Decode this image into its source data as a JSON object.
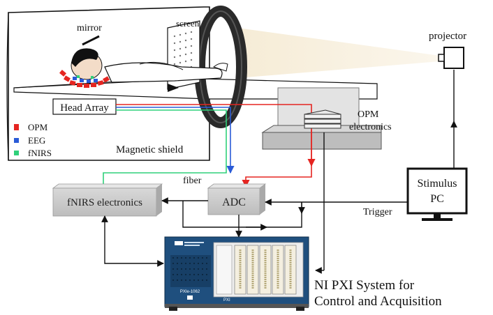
{
  "labels": {
    "mirror": "mirror",
    "screen": "screen",
    "projector": "projector",
    "head_array": "Head Array",
    "magnetic_shield": "Magnetic shield",
    "opm_electronics_l1": "OPM",
    "opm_electronics_l2": "electronics",
    "fiber": "fiber",
    "fnirs_electronics": "fNIRS electronics",
    "adc": "ADC",
    "stimulus_l1": "Stimulus",
    "stimulus_l2": "PC",
    "trigger": "Trigger",
    "pxi_l1": "NI PXI System for",
    "pxi_l2": "Control and Acquisition",
    "pxi_chassis_label": "PXIe-1062",
    "pxi_badge": "PXI"
  },
  "legend": [
    {
      "label": "OPM",
      "color": "#e52521"
    },
    {
      "label": "EEG",
      "color": "#2a5bd7"
    },
    {
      "label": "fNIRS",
      "color": "#2fd07a"
    }
  ],
  "colors": {
    "opm": "#e52521",
    "eeg": "#2a5bd7",
    "fnirs": "#2fd07a",
    "box_gray": "#cfcfcf",
    "chassis_blue": "#1f4f7e"
  }
}
